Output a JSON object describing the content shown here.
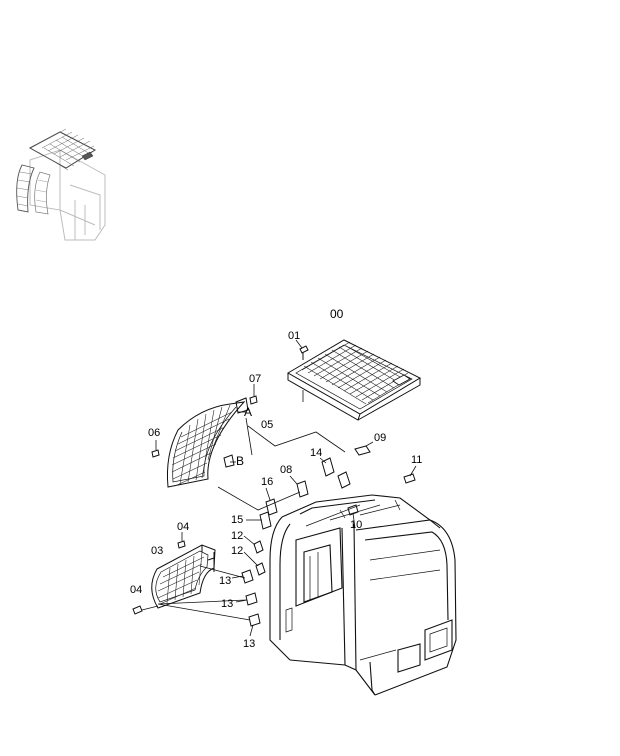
{
  "diagram": {
    "type": "exploded-parts-diagram",
    "callouts": {
      "c00": "00",
      "c01": "01",
      "c03": "03",
      "c04a": "04",
      "c04b": "04",
      "c05": "05",
      "c06": "06",
      "c07": "07",
      "c08": "08",
      "c09": "09",
      "c10": "10",
      "c11": "11",
      "c12a": "12",
      "c12b": "12",
      "c13a": "13",
      "c13b": "13",
      "c13c": "13",
      "c14": "14",
      "c15": "15",
      "c16": "16",
      "detailA": "A",
      "detailB": "B"
    },
    "colors": {
      "line": "#111111",
      "thumbnail_line": "#bdbdbd",
      "background": "#ffffff"
    }
  }
}
